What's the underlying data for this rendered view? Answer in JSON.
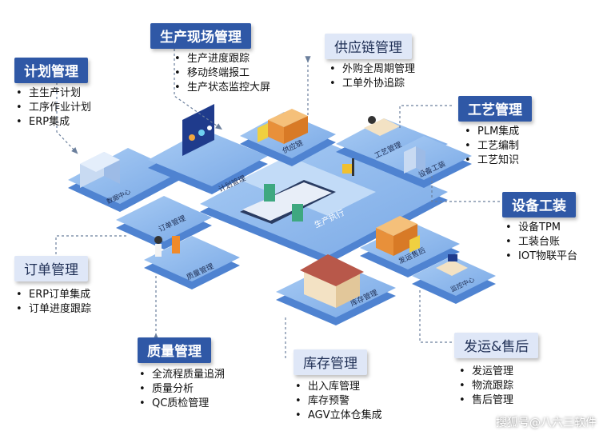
{
  "modules": {
    "plan": {
      "title": "计划管理",
      "items": [
        "主生产计划",
        "工序作业计划",
        "ERP集成"
      ]
    },
    "production_site": {
      "title": "生产现场管理",
      "items": [
        "生产进度跟踪",
        "移动终端报工",
        "生产状态监控大屏"
      ]
    },
    "supply_chain": {
      "title": "供应链管理",
      "items": [
        "外购全周期管理",
        "工单外协追踪"
      ]
    },
    "process": {
      "title": "工艺管理",
      "items": [
        "PLM集成",
        "工艺编制",
        "工艺知识"
      ]
    },
    "equipment": {
      "title": "设备工装",
      "items": [
        "设备TPM",
        "工装台账",
        "IOT物联平台"
      ]
    },
    "order": {
      "title": "订单管理",
      "items": [
        "ERP订单集成",
        "订单进度跟踪"
      ]
    },
    "quality": {
      "title": "质量管理",
      "items": [
        "全流程质量追溯",
        "质量分析",
        "QC质检管理"
      ]
    },
    "inventory": {
      "title": "库存管理",
      "items": [
        "出入库管理",
        "库存预警",
        "AGV立体仓集成"
      ]
    },
    "delivery": {
      "title": "发运&售后",
      "items": [
        "发运管理",
        "物流跟踪",
        "售后管理"
      ]
    }
  },
  "platform_labels": {
    "production_exec": "生产执行",
    "inventory_area": "库存管理",
    "delivery_area": "发运售后",
    "quality_area": "质量管理",
    "order_area": "订单管理",
    "plan_area": "计划管理",
    "supply_area": "供应链",
    "process_area": "工艺管理",
    "equipment_area": "设备工装",
    "monitor_area": "监控中心",
    "data_area": "数据中心"
  },
  "watermark": "搜狐号@八六三软件",
  "colors": {
    "title_dark": "#2f58a6",
    "title_light": "#dfe7f7",
    "platform_top": "#8fb8ec",
    "platform_side": "#4f83d1",
    "connector": "#6b7f9c"
  }
}
